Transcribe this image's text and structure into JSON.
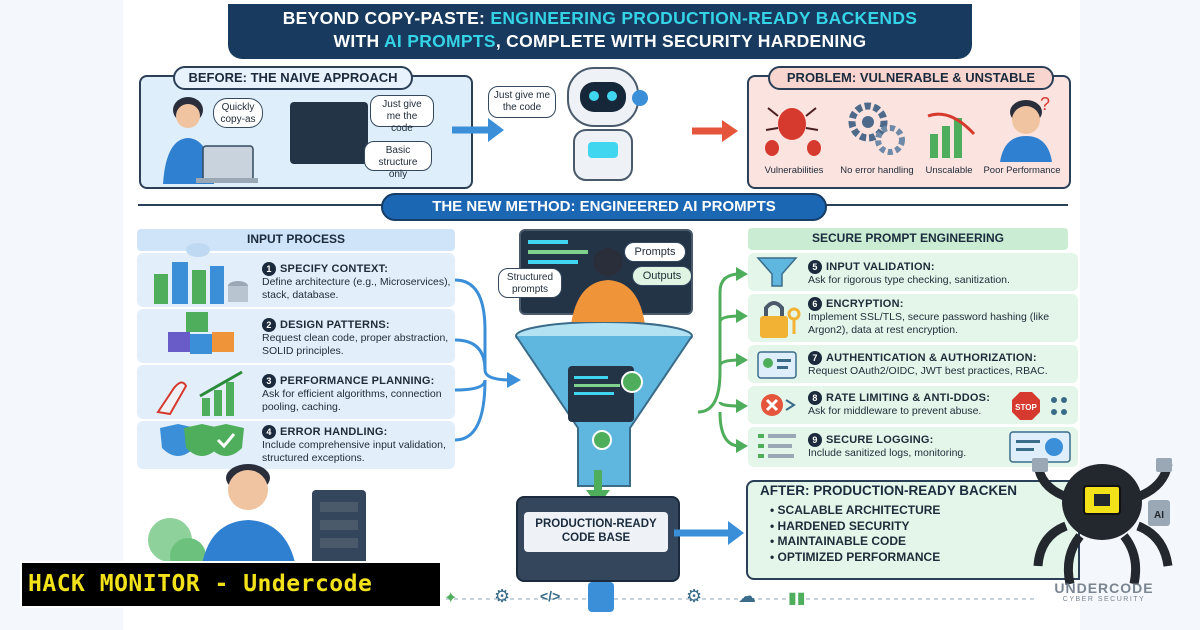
{
  "title": {
    "line1_a": "BEYOND COPY-PASTE: ",
    "line1_b": "ENGINEERING PRODUCTION-READY BACKENDS",
    "line2_a": "WITH ",
    "line2_hl": "AI PROMPTS",
    "line2_b": ", COMPLETE WITH SECURITY HARDENING"
  },
  "before": {
    "header": "BEFORE: THE NAIVE APPROACH",
    "bubble_quick": "Quickly copy-as",
    "bubble_code": "Just give me the code",
    "bubble_basic": "Basic structure only",
    "robot_bubble": "Just give me the code"
  },
  "problem": {
    "header": "PROBLEM: VULNERABLE & UNSTABLE",
    "items": [
      "Vulnerabilities",
      "No error handling",
      "Unscalable",
      "Poor Performance"
    ]
  },
  "new_method": {
    "header": "THE NEW METHOD: ENGINEERED AI PROMPTS"
  },
  "input_process": {
    "header": "INPUT PROCESS",
    "items": [
      {
        "num": "1",
        "title": "SPECIFY CONTEXT:",
        "desc": "Define architecture (e.g., Microservices), stack, database."
      },
      {
        "num": "2",
        "title": "DESIGN PATTERNS:",
        "desc": "Request clean code, proper abstraction, SOLID principles."
      },
      {
        "num": "3",
        "title": "PERFORMANCE PLANNING:",
        "desc": "Ask for efficient algorithms, connection pooling, caching."
      },
      {
        "num": "4",
        "title": "ERROR HANDLING:",
        "desc": "Include comprehensive input validation, structured exceptions."
      }
    ]
  },
  "center": {
    "prompts": "Prompts",
    "outputs": "Outputs",
    "structured": "Structured prompts",
    "code_base": "PRODUCTION-READY CODE BASE"
  },
  "secure": {
    "header": "SECURE PROMPT ENGINEERING",
    "items": [
      {
        "num": "5",
        "title": "INPUT VALIDATION:",
        "desc": "Ask for rigorous type checking, sanitization."
      },
      {
        "num": "6",
        "title": "ENCRYPTION:",
        "desc": "Implement SSL/TLS, secure password hashing (like Argon2), data at rest encryption."
      },
      {
        "num": "7",
        "title": "AUTHENTICATION & AUTHORIZATION:",
        "desc": "Request OAuth2/OIDC, JWT best practices, RBAC."
      },
      {
        "num": "8",
        "title": "RATE LIMITING & ANTI-DDOS:",
        "desc": "Ask for middleware to prevent abuse."
      },
      {
        "num": "9",
        "title": "SECURE LOGGING:",
        "desc": "Include sanitized logs, monitoring."
      }
    ],
    "stop_sign": "STOP"
  },
  "after": {
    "header": "AFTER: PRODUCTION-READY BACKEN",
    "items": [
      "SCALABLE ARCHITECTURE",
      "HARDENED SECURITY",
      "MAINTAINABLE CODE",
      "OPTIMIZED PERFORMANCE"
    ]
  },
  "overlay": {
    "banner": "HACK MONITOR - Undercode",
    "logo_text": "UNDERCODE",
    "logo_sub": "CYBER SECURITY",
    "ai_tag": "AI"
  },
  "colors": {
    "navy": "#173a5e",
    "cyan": "#35d3e6",
    "red_panel": "#fbe3df",
    "blue_panel": "#e2effb",
    "green_panel": "#e4f6ea",
    "banner_bg": "#000000",
    "banner_fg": "#f3e21a"
  }
}
